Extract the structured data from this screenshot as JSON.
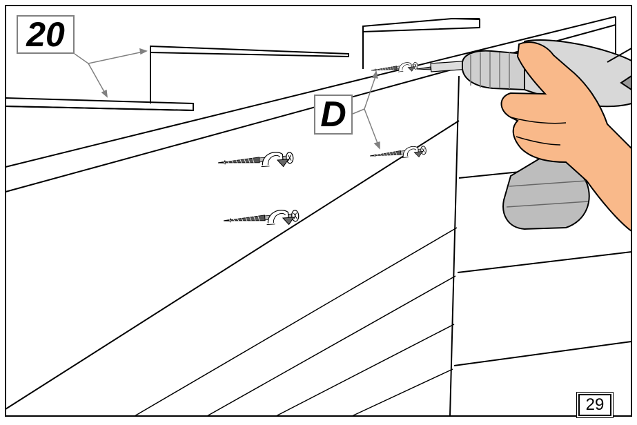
{
  "labels": {
    "part_number": "20",
    "hardware_letter": "D",
    "step_number": "29"
  },
  "colors": {
    "line": "#000000",
    "leader": "#808080",
    "arrow": "#666666",
    "skin": "#f9b98a",
    "drill_body": "#d8d8d8",
    "drill_dark": "#9a9a9a"
  },
  "icons": {
    "drill": "cordless-drill-icon",
    "hand": "hand-icon",
    "screw": "screw-icon",
    "rotate": "rotate-arrow-icon"
  }
}
